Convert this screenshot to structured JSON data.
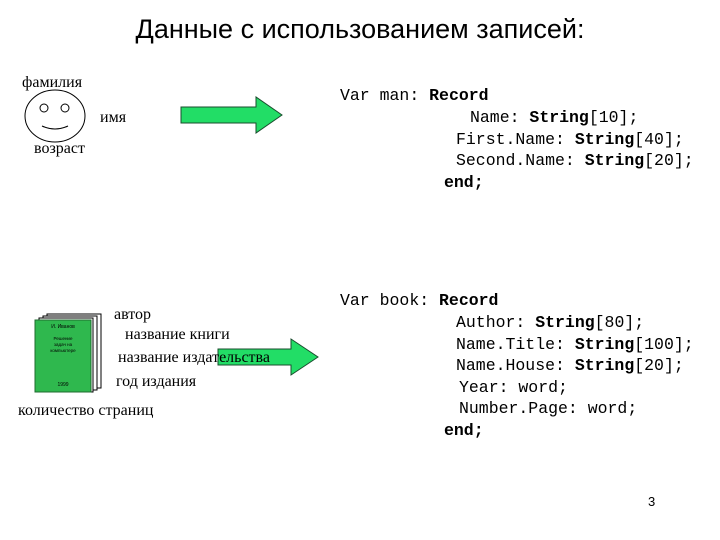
{
  "slide": {
    "title": "Данные с использованием записей:",
    "page_number": "3"
  },
  "person": {
    "labels": {
      "surname": "фамилия",
      "name": "имя",
      "age": "возраст"
    }
  },
  "book": {
    "cover_author": "И. Иванов",
    "cover_title_lines": [
      "Решение",
      "задач на",
      "компьютере"
    ],
    "cover_year": "1999",
    "labels": {
      "author": "автор",
      "book_title": "название книги",
      "publisher": "название издательства",
      "year": "год издания",
      "pages": "количество страниц"
    }
  },
  "code_man": {
    "l1_var": "Var",
    "l1_rest": " man: ",
    "l1_kw": "Record",
    "l2_field": "Name: ",
    "l2_type": "String",
    "l2_size": "[10];",
    "l3_field": "First.Name: ",
    "l3_type": "String",
    "l3_size": "[40];",
    "l4_field": "Second.Name: ",
    "l4_type": "String",
    "l4_size": "[20];",
    "l5_end": "end;"
  },
  "code_book": {
    "l1_var": "Var",
    "l1_rest": " book: ",
    "l1_kw": "Record",
    "l2_field": "Author: ",
    "l2_type": "String",
    "l2_size": "[80];",
    "l3_field": "Name.Title: ",
    "l3_type": "String",
    "l3_size": "[100];",
    "l4_field": "Name.House: ",
    "l4_type": "String",
    "l4_size": "[20];",
    "l5": "Year: word;",
    "l6": "Number.Page: word;",
    "l7_end": "end;"
  },
  "colors": {
    "arrow_fill": "#22dd66",
    "arrow_stroke": "#1a4d2e",
    "book_green": "#2fb84e"
  }
}
